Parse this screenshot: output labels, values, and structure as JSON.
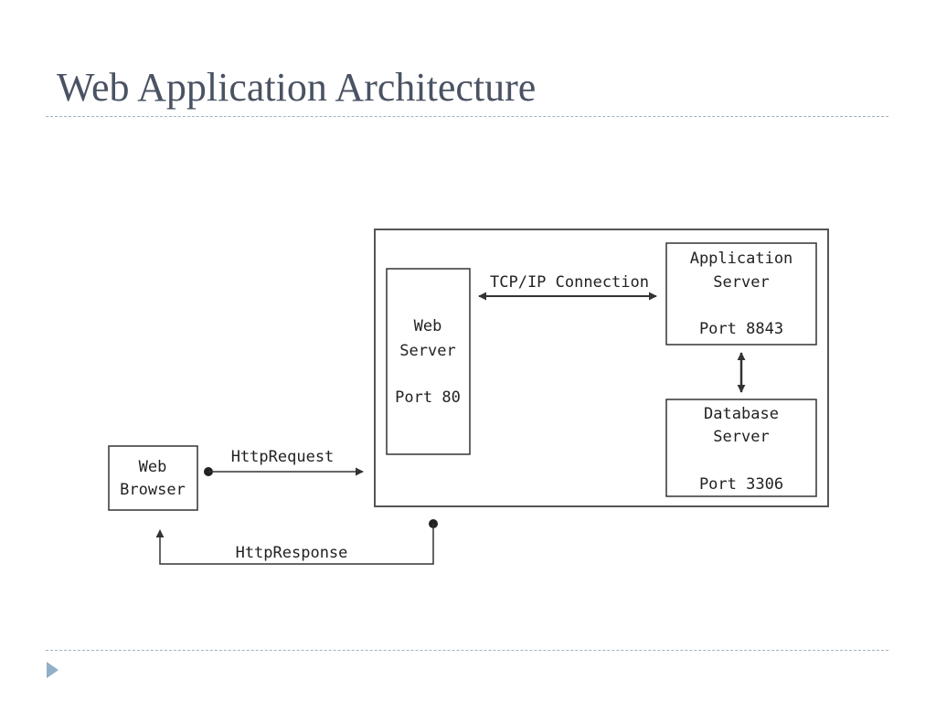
{
  "slide": {
    "title": "Web Application Architecture"
  },
  "diagram": {
    "web_browser": {
      "line1": "Web",
      "line2": "Browser"
    },
    "web_server": {
      "line1": "Web",
      "line2": "Server",
      "port": "Port 80"
    },
    "application_server": {
      "line1": "Application",
      "line2": "Server",
      "port": "Port 8843"
    },
    "database_server": {
      "line1": "Database",
      "line2": "Server",
      "port": "Port 3306"
    },
    "connections": {
      "http_request": "HttpRequest",
      "http_response": "HttpResponse",
      "tcp_ip": "TCP/IP Connection"
    }
  },
  "colors": {
    "title": "#4a5363",
    "divider": "#9fb3c4",
    "bullet": "#8fb0c8",
    "stroke": "#333333"
  },
  "icons": {
    "bullet": "triangle-bullet-icon"
  }
}
